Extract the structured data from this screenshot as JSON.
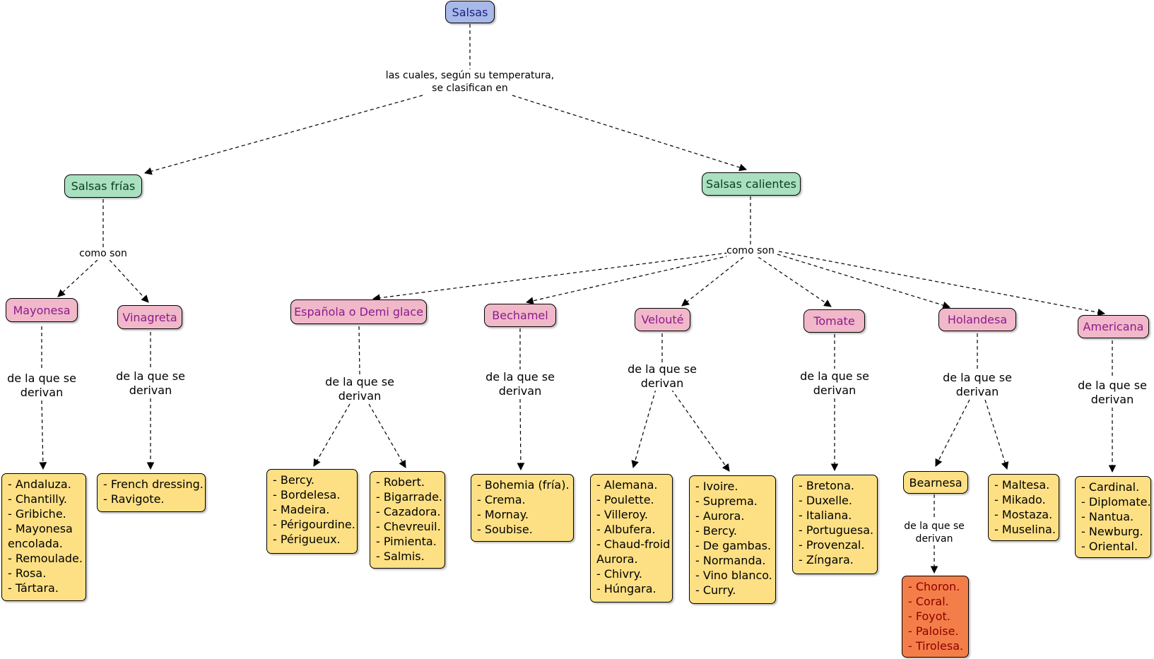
{
  "root": "Salsas",
  "root_link": [
    "las cuales, según su temperatura,",
    "se clasifican en"
  ],
  "categories": {
    "cold": "Salsas frías",
    "hot": "Salsas calientes"
  },
  "como_son": "como son",
  "derivan": [
    "de la que se",
    "derivan"
  ],
  "sauces": {
    "mayonesa": "Mayonesa",
    "vinagreta": "Vinagreta",
    "espanola": "Española o Demi glace",
    "bechamel": "Bechamel",
    "veloute": "Velouté",
    "tomate": "Tomate",
    "holandesa": "Holandesa",
    "americana": "Americana",
    "bearnesa": "Bearnesa"
  },
  "lists": {
    "mayonesa": [
      "- Andaluza.",
      "- Chantilly.",
      "- Gribiche.",
      "- Mayonesa",
      "encolada.",
      "- Remoulade.",
      "- Rosa.",
      "- Tártara."
    ],
    "vinagreta": [
      "- French dressing.",
      "- Ravigote."
    ],
    "espanola_a": [
      "- Bercy.",
      "- Bordelesa.",
      "- Madeira.",
      "- Périgourdine.",
      "- Périgueux."
    ],
    "espanola_b": [
      "- Robert.",
      "- Bigarrade.",
      "- Cazadora.",
      "- Chevreuil.",
      "- Pimienta.",
      "- Salmis."
    ],
    "bechamel": [
      "- Bohemia (fría).",
      "- Crema.",
      "- Mornay.",
      "- Soubise."
    ],
    "veloute_a": [
      "- Alemana.",
      "- Poulette.",
      "- Villeroy.",
      "- Albufera.",
      "- Chaud-froid",
      "Aurora.",
      "- Chivry.",
      "- Húngara."
    ],
    "veloute_b": [
      "- Ivoire.",
      "- Suprema.",
      "- Aurora.",
      "- Bercy.",
      "- De gambas.",
      "- Normanda.",
      "- Vino blanco.",
      "- Curry."
    ],
    "tomate": [
      "- Bretona.",
      "- Duxelle.",
      "- Italiana.",
      "- Portuguesa.",
      "- Provenzal.",
      "- Zíngara."
    ],
    "holandesa_b": [
      "- Maltesa.",
      "- Mikado.",
      "- Mostaza.",
      "- Muselina."
    ],
    "bearnesa": [
      "- Choron.",
      "- Coral.",
      "- Foyot.",
      "- Paloise.",
      "- Tirolesa."
    ],
    "americana": [
      "- Cardinal.",
      "- Diplomate.",
      "- Nantua.",
      "- Newburg.",
      "- Oriental."
    ]
  },
  "colors": {
    "root": "#a8b8e8",
    "category": "#a8e0c0",
    "sauce": "#f0b8c8",
    "sublist": "#fde084",
    "bearnesa_list": "#f47e4a"
  }
}
